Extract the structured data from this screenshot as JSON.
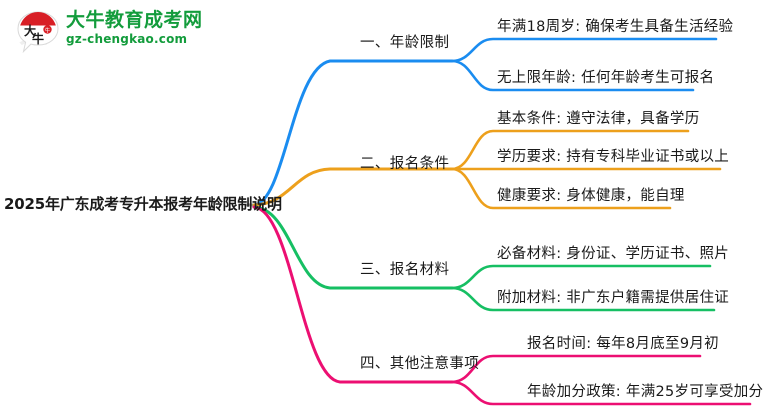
{
  "logo": {
    "name": "dani-education-chengkao-logo",
    "mark_text": "大牛",
    "title": "大牛教育成考网",
    "subtitle": "gz-chengkao.com",
    "brand_green": "#139c3c",
    "brand_red": "#d81f26"
  },
  "mindmap": {
    "root": {
      "label": "2025年广东成考专升本报考年龄限制说明"
    },
    "branches": [
      {
        "label": "一、年龄限制",
        "color": "#1a8cf0",
        "children": [
          {
            "label": "年满18周岁: 确保考生具备生活经验"
          },
          {
            "label": "无上限年龄: 任何年龄考生可报名"
          }
        ]
      },
      {
        "label": "二、报名条件",
        "color": "#eda01c",
        "children": [
          {
            "label": "基本条件: 遵守法律，具备学历"
          },
          {
            "label": "学历要求: 持有专科毕业证书或以上"
          },
          {
            "label": "健康要求: 身体健康，能自理"
          }
        ]
      },
      {
        "label": "三、报名材料",
        "color": "#16bf63",
        "children": [
          {
            "label": "必备材料: 身份证、学历证书、照片"
          },
          {
            "label": "附加材料: 非广东户籍需提供居住证"
          }
        ]
      },
      {
        "label": "四、其他注意事项",
        "color": "#ec0f72",
        "children": [
          {
            "label": "报名时间: 每年8月底至9月初"
          },
          {
            "label": "年龄加分政策: 年满25岁可享受加分"
          }
        ]
      }
    ]
  }
}
